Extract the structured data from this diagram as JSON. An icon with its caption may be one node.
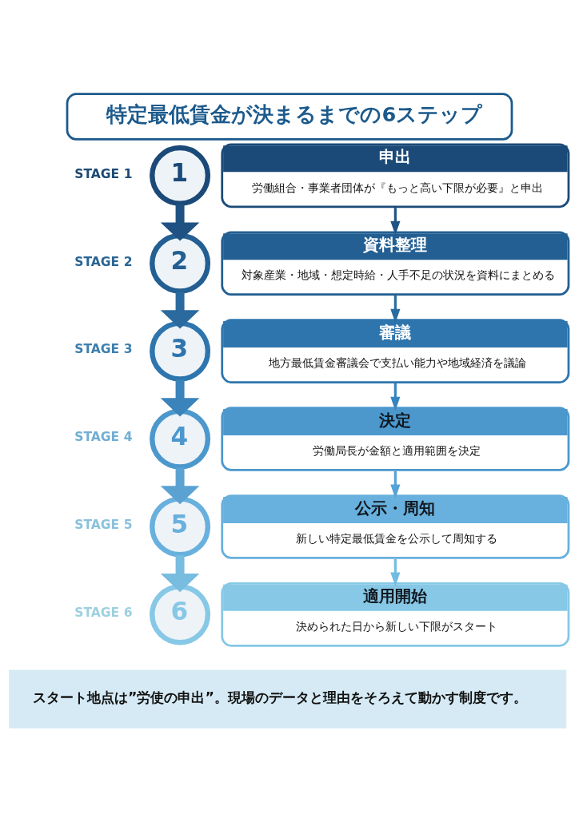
{
  "diagram": {
    "title": "特定最低賃金が決まるまでの6ステップ",
    "nodes": [
      {
        "text": [
          "1"
        ],
        "beside": [
          "STAGE 1"
        ]
      },
      {
        "text": [
          "申出",
          "労働組合・事業者団体が『もっと高い下限が必要』と申出"
        ]
      },
      {
        "text": [
          "2"
        ],
        "beside": [
          "STAGE 2"
        ]
      },
      {
        "text": [
          "資料整理",
          "対象産業・地域・想定時給・人手不足の状況を資料にまとめる"
        ]
      },
      {
        "text": [
          "3"
        ],
        "beside": [
          "STAGE 3"
        ]
      },
      {
        "text": [
          "審議",
          "地方最低賃金審議会で支払い能力や地域経済を議論"
        ]
      },
      {
        "text": [
          "4"
        ],
        "beside": [
          "STAGE 4"
        ]
      },
      {
        "text": [
          "決定",
          "労働局長が金額と適用範囲を決定"
        ]
      },
      {
        "text": [
          "5"
        ],
        "beside": [
          "STAGE 5"
        ]
      },
      {
        "text": [
          "公示・周知",
          "新しい特定最低賃金を公示して周知する"
        ]
      },
      {
        "text": [
          "6"
        ],
        "beside": [
          "STAGE 6"
        ]
      },
      {
        "text": [
          "適用開始",
          "決められた日から新しい下限がスタート"
        ]
      },
      {
        "text": [
          "スタート地点は”労使の申出”。現場のデータと理由をそろえて動かす制度です。"
        ]
      }
    ],
    "edges": [
      {
        "from": 1,
        "to": 3,
        "arrow": "to",
        "color": "#1d5485"
      },
      {
        "from": 3,
        "to": 5,
        "arrow": "to",
        "color": "#2a6ca1"
      },
      {
        "from": 5,
        "to": 7,
        "arrow": "to",
        "color": "#3585bf"
      },
      {
        "from": 7,
        "to": 9,
        "arrow": "to",
        "color": "#55a3d6"
      },
      {
        "from": 9,
        "to": 11,
        "arrow": "to",
        "color": "#72bce2"
      },
      {
        "from": 0,
        "to": 2,
        "arrow": "to",
        "style": "thick",
        "color": "#1f5283"
      },
      {
        "from": 2,
        "to": 4,
        "arrow": "to",
        "style": "thick",
        "color": "#2b6a9e"
      },
      {
        "from": 4,
        "to": 6,
        "arrow": "to",
        "style": "thick",
        "color": "#3a83bb"
      },
      {
        "from": 6,
        "to": 8,
        "arrow": "to",
        "style": "thick",
        "color": "#5ba2d3"
      },
      {
        "from": 8,
        "to": 10,
        "arrow": "to",
        "style": "thick",
        "color": "#78bcdf"
      }
    ]
  }
}
